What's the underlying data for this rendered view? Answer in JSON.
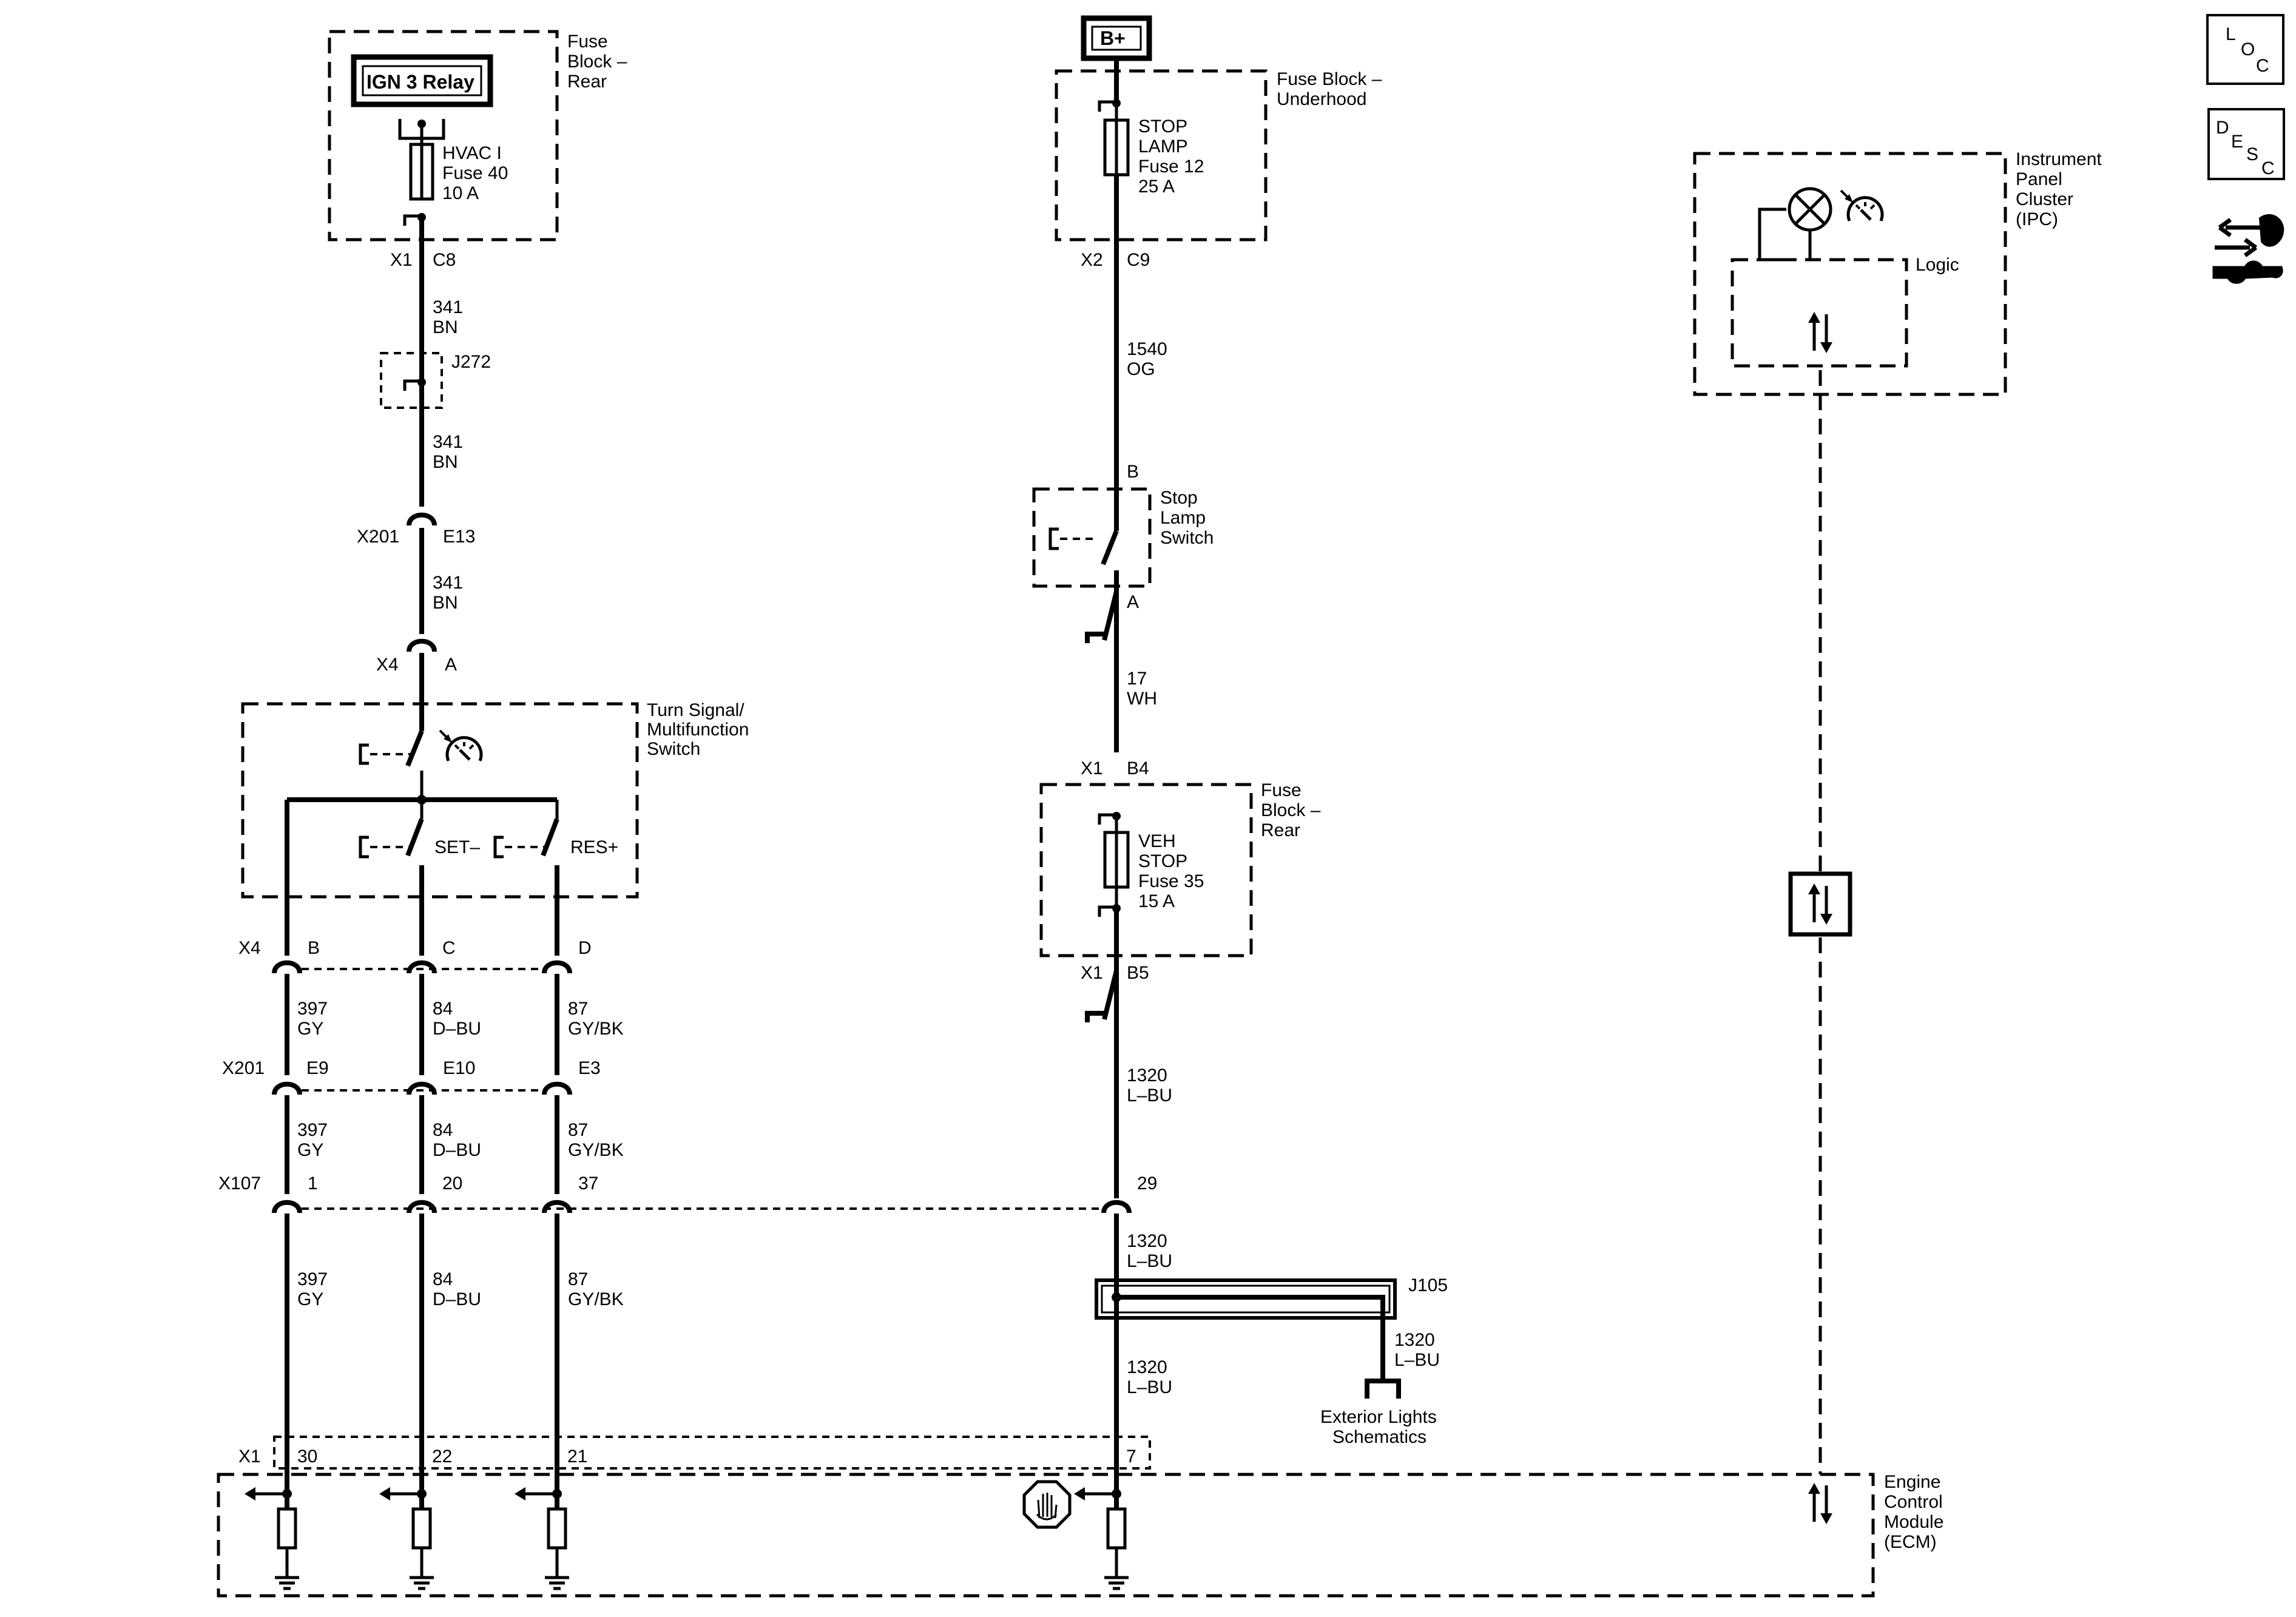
{
  "components": {
    "ign3_relay": "IGN 3 Relay",
    "b_plus": "B+",
    "fuse_block_rear_top": [
      "Fuse",
      "Block –",
      "Rear"
    ],
    "hvac_fuse": [
      "HVAC I",
      "Fuse 40",
      "10 A"
    ],
    "fuse_block_underhood": [
      "Fuse Block –",
      "Underhood"
    ],
    "stop_lamp_fuse": [
      "STOP",
      "LAMP",
      "Fuse 12",
      "25 A"
    ],
    "stop_lamp_switch": [
      "Stop",
      "Lamp",
      "Switch"
    ],
    "fuse_block_rear_mid": [
      "Fuse",
      "Block –",
      "Rear"
    ],
    "veh_stop_fuse": [
      "VEH",
      "STOP",
      "Fuse 35",
      "15 A"
    ],
    "turn_signal_switch": [
      "Turn Signal/",
      "Multifunction",
      "Switch"
    ],
    "set_label": "SET–",
    "res_label": "RES+",
    "ipc": [
      "Instrument",
      "Panel",
      "Cluster",
      "(IPC)"
    ],
    "logic": "Logic",
    "ecm": [
      "Engine",
      "Control",
      "Module",
      "(ECM)"
    ],
    "exterior_lights": [
      "Exterior Lights",
      "Schematics"
    ],
    "splice_j272": "J272",
    "splice_j105": "J105"
  },
  "nav_icons": {
    "loc": [
      "L",
      "O",
      "C"
    ],
    "desc": [
      "D",
      "E",
      "S",
      "C"
    ]
  },
  "connectors": {
    "x1_c8": [
      "X1",
      "C8"
    ],
    "x2_c9": [
      "X2",
      "C9"
    ],
    "x201_e13": [
      "X201",
      "E13"
    ],
    "x4_a": [
      "X4",
      "A"
    ],
    "stop_b": "B",
    "stop_a": "A",
    "x1_b4": [
      "X1",
      "B4"
    ],
    "x1_b5": [
      "X1",
      "B5"
    ],
    "x4_row": [
      "X4",
      "B",
      "C",
      "D"
    ],
    "x201_row": [
      "X201",
      "E9",
      "E10",
      "E3"
    ],
    "x107_row": [
      "X107",
      "1",
      "20",
      "37",
      "29"
    ],
    "x1_row": [
      "X1",
      "30",
      "22",
      "21",
      "7"
    ]
  },
  "wires": {
    "w341": [
      "341",
      "BN"
    ],
    "w1540": [
      "1540",
      "OG"
    ],
    "w17": [
      "17",
      "WH"
    ],
    "w1320": [
      "1320",
      "L–BU"
    ],
    "w397": [
      "397",
      "GY"
    ],
    "w84": [
      "84",
      "D–BU"
    ],
    "w87": [
      "87",
      "GY/BK"
    ]
  }
}
